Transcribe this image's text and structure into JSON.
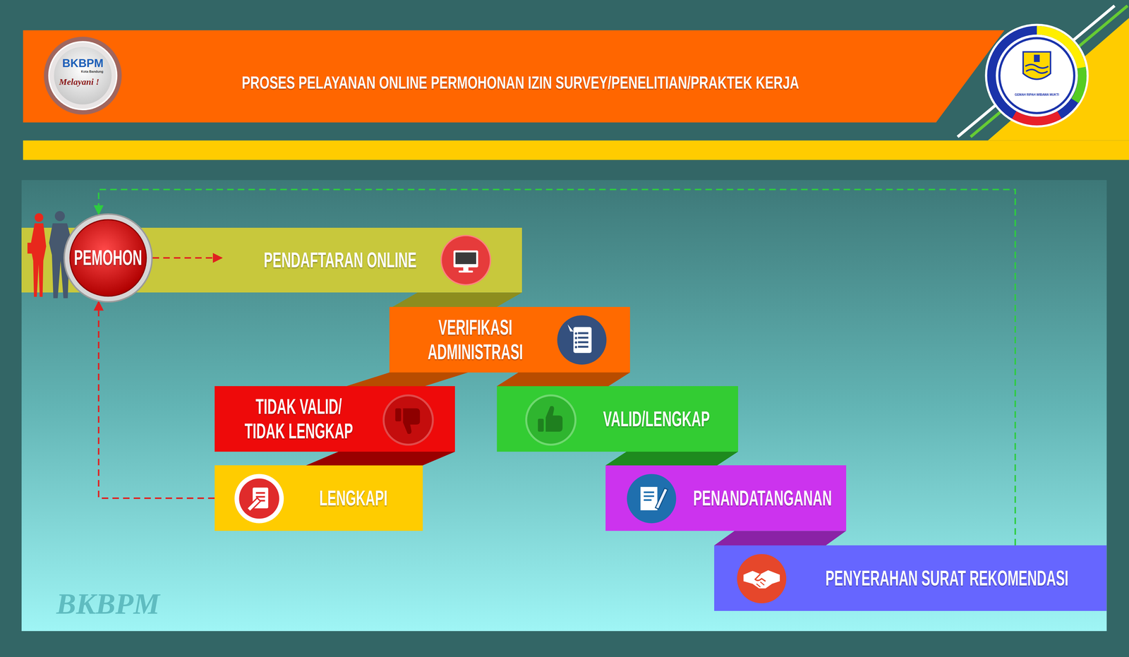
{
  "diagram": {
    "title": "PROSES PELAYANAN ONLINE PERMOHONAN IZIN SURVEY/PENELITIAN/PRAKTEK KERJA",
    "nodes": [
      {
        "text": [
          "PEMOHON"
        ]
      },
      {
        "text": [
          "PENDAFTARAN ONLINE"
        ]
      },
      {
        "text": [
          "VERIFIKASI ADMINISTRASI"
        ]
      },
      {
        "text": [
          "TIDAK VALID/ TIDAK LENGKAP"
        ]
      },
      {
        "text": [
          "VALID/LENGKAP"
        ]
      },
      {
        "text": [
          "LENGKAPI"
        ]
      },
      {
        "text": [
          "PENANDATANGANAN"
        ]
      },
      {
        "text": [
          "PENYERAHAN SURAT REKOMENDASI"
        ]
      }
    ],
    "edges": [
      {
        "from": 0,
        "to": 1,
        "arrow": "to"
      },
      {
        "from": 1,
        "to": 2,
        "arrow": "none"
      },
      {
        "from": 2,
        "to": 3,
        "arrow": "none"
      },
      {
        "from": 2,
        "to": 4,
        "arrow": "none"
      },
      {
        "from": 3,
        "to": 5,
        "arrow": "none"
      },
      {
        "from": 4,
        "to": 6,
        "arrow": "none"
      },
      {
        "from": 6,
        "to": 7,
        "arrow": "none"
      },
      {
        "from": 5,
        "to": 0,
        "arrow": "to"
      },
      {
        "from": 7,
        "to": 0,
        "arrow": "to"
      }
    ],
    "labels": [
      "BKBPM",
      "Kota Bandung",
      "Melayani !",
      "GEMAH RIPAH WIBAWA MUKTI",
      "BKBPM"
    ]
  }
}
